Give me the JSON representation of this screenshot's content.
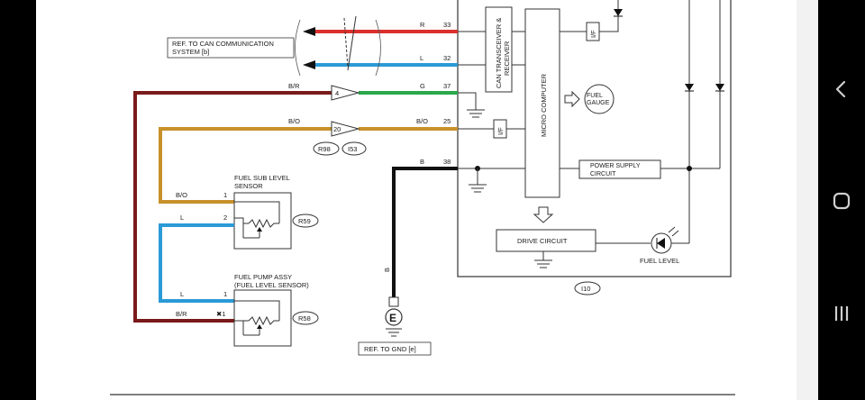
{
  "diagram": {
    "refs": {
      "can_ref": "REF. TO CAN COMMUNICATION SYSTEM [b]",
      "gnd_ref": "REF. TO GND [e]"
    },
    "blocks": {
      "can_transceiver": "CAN TRANSCEIVER & RECEIVER",
      "micro_computer": "MICRO COMPUTER",
      "fuel_gauge": "FUEL GAUGE",
      "power_supply": "POWER SUPPLY CIRCUIT",
      "drive_circuit": "DRIVE CIRCUIT",
      "fuel_level": "FUEL LEVEL",
      "if_label": "I/F"
    },
    "connectors": {
      "r98": "R98",
      "i53": "I53",
      "r59": "R59",
      "r58": "R58",
      "i10": "I10",
      "ground_e": "E"
    },
    "components": {
      "sub_sensor": "FUEL SUB LEVEL SENSOR",
      "pump_assy": "FUEL PUMP ASSY (FUEL LEVEL SENSOR)"
    },
    "wires": {
      "red_color": "R",
      "red_pin": "33",
      "blue_color": "L",
      "blue_pin": "32",
      "green_color": "G",
      "green_pin": "37",
      "br_color": "B/R",
      "br_junction_pin": "4",
      "bo_color": "B/O",
      "bo_junction_pin": "20",
      "bo_pin": "25",
      "black_color": "B",
      "black_pin": "38",
      "sub_bo_color": "B/O",
      "sub_bo_pin": "1",
      "sub_l_color": "L",
      "sub_l_pin": "2",
      "pump_l_color": "L",
      "pump_l_pin": "1",
      "pump_br_color": "B/R",
      "pump_br_pin": "✖1",
      "gnd_wire_color": "B"
    },
    "colors": {
      "red": "#d9302c",
      "blue": "#2b9ad6",
      "green": "#2aa84a",
      "brown_red": "#7a1a1a",
      "brown_orange": "#c8902a",
      "black": "#111111"
    }
  },
  "nav": {
    "back_icon": "back-chevron-icon",
    "home_icon": "home-circle-icon",
    "recents_icon": "recents-bars-icon"
  }
}
